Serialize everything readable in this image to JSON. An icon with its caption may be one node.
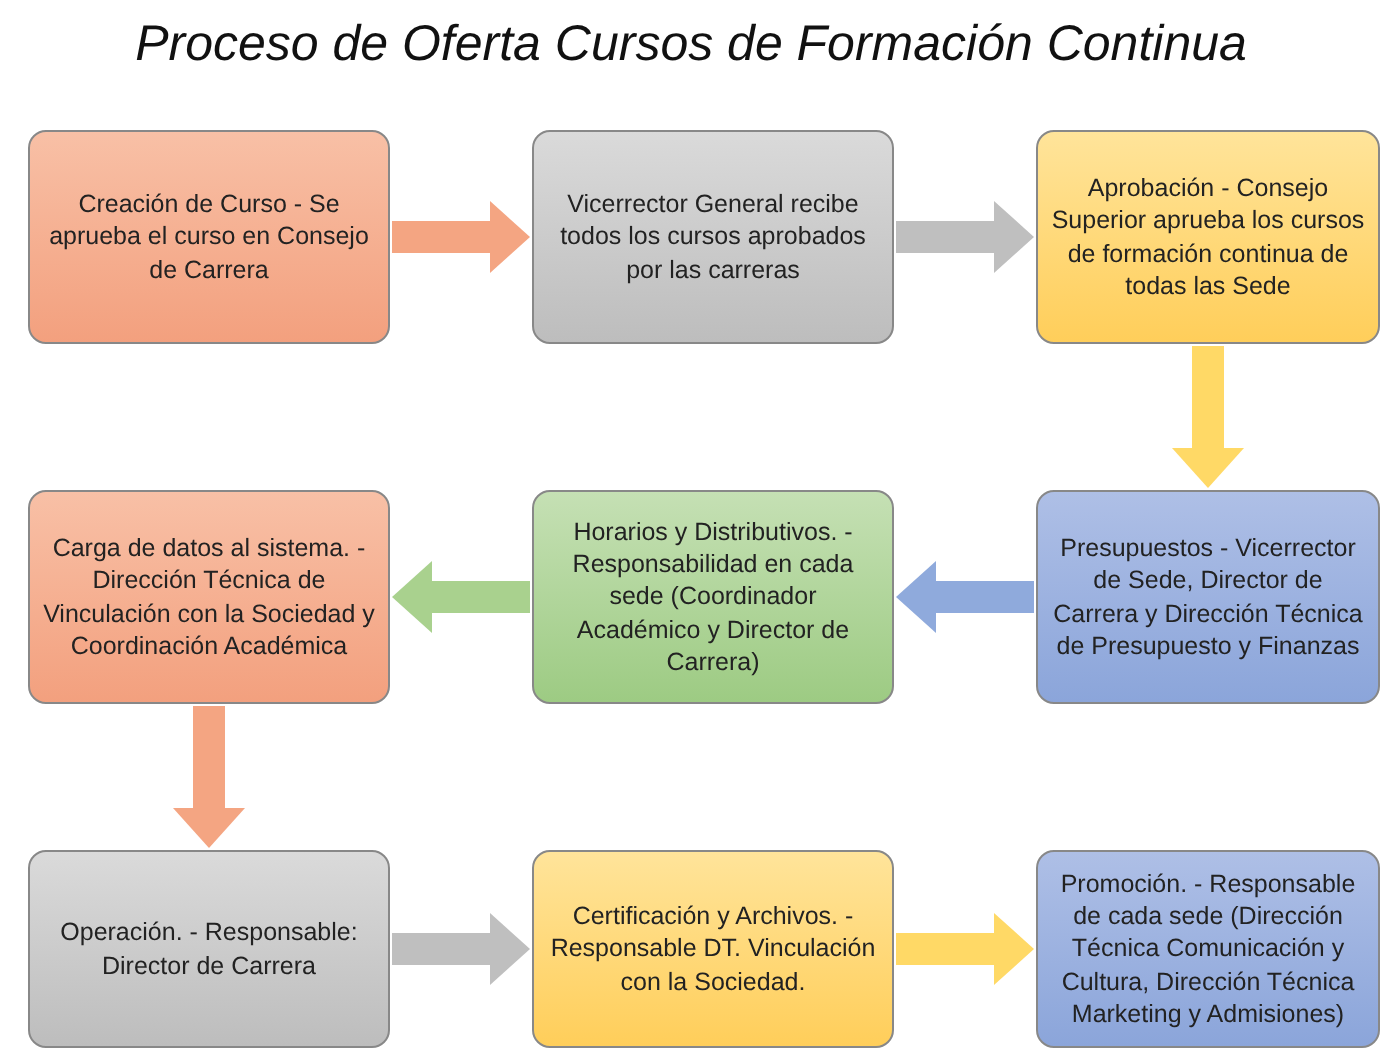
{
  "diagram": {
    "title": "Proceso de Oferta Cursos de Formación Continua",
    "nodes": [
      {
        "text": [
          "Creación de Curso - Se aprueba el curso en Consejo de Carrera"
        ]
      },
      {
        "text": [
          "Vicerrector General recibe todos los cursos aprobados por las carreras"
        ]
      },
      {
        "text": [
          "Aprobación - Consejo Superior aprueba los cursos de formación continua de todas las Sede"
        ]
      },
      {
        "text": [
          "Carga de datos al sistema. - Dirección Técnica de Vinculación con la Sociedad y Coordinación Académica"
        ]
      },
      {
        "text": [
          "Horarios y Distributivos. - Responsabilidad en cada sede (Coordinador Académico y Director de Carrera)"
        ]
      },
      {
        "text": [
          "Presupuestos - Vicerrector de Sede, Director de Carrera y Dirección Técnica de Presupuesto y Finanzas"
        ]
      },
      {
        "text": [
          "Operación. - Responsable: Director de Carrera"
        ]
      },
      {
        "text": [
          "Certificación y Archivos. - Responsable DT. Vinculación con la Sociedad."
        ]
      },
      {
        "text": [
          "Promoción. - Responsable de cada sede (Dirección Técnica Comunicación y Cultura, Dirección Técnica Marketing y Admisiones)"
        ]
      }
    ],
    "edges": [
      {
        "from": 0,
        "to": 1,
        "arrow": "to",
        "color": "#f4a582"
      },
      {
        "from": 1,
        "to": 2,
        "arrow": "to",
        "color": "#bfbfbf"
      },
      {
        "from": 2,
        "to": 5,
        "arrow": "to",
        "color": "#ffd966"
      },
      {
        "from": 5,
        "to": 4,
        "arrow": "to",
        "color": "#8faadc"
      },
      {
        "from": 4,
        "to": 3,
        "arrow": "to",
        "color": "#a9d18e"
      },
      {
        "from": 3,
        "to": 6,
        "arrow": "to",
        "color": "#f4a582"
      },
      {
        "from": 6,
        "to": 7,
        "arrow": "to",
        "color": "#bfbfbf"
      },
      {
        "from": 7,
        "to": 8,
        "arrow": "to",
        "color": "#ffd966"
      }
    ]
  }
}
